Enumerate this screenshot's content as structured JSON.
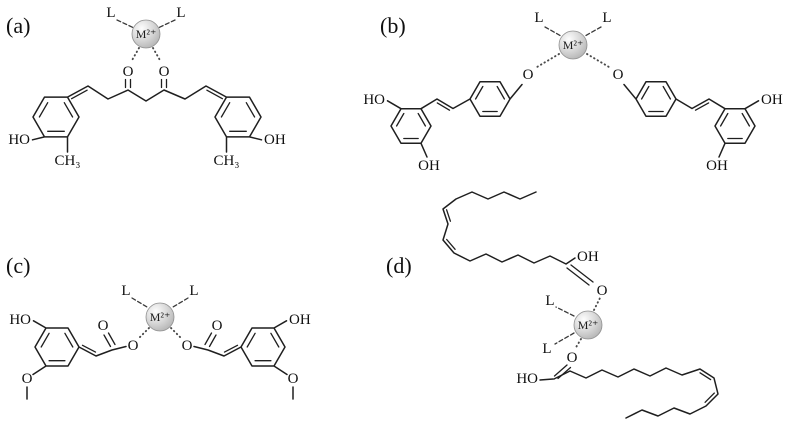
{
  "figure": {
    "background": "#ffffff",
    "ink": "#1f1f1f",
    "metal_fill": "#c9c9c9"
  },
  "panels": {
    "a": {
      "label": "(a)",
      "metal": "M²⁺",
      "ligand_left": "L",
      "ligand_right": "L",
      "o_left": "O",
      "o_right": "O",
      "ho": "HO",
      "oh": "OH",
      "ch3_left": "CH₃",
      "ch3_right": "CH₃"
    },
    "b": {
      "label": "(b)",
      "metal": "M²⁺",
      "ligand_left": "L",
      "ligand_right": "L",
      "o_left": "O",
      "o_right": "O",
      "ho_left": "HO",
      "oh_left_bottom": "OH",
      "oh_right": "OH",
      "oh_right_bottom": "OH"
    },
    "c": {
      "label": "(c)",
      "metal": "M²⁺",
      "ligand_left": "L",
      "ligand_right": "L",
      "o_coord_left": "O",
      "o_coord_right": "O",
      "o_carbonyl_left": "O",
      "o_carbonyl_right": "O",
      "ho": "HO",
      "oh": "OH",
      "o_sub_left": "O",
      "o_sub_right": "O"
    },
    "d": {
      "label": "(d)",
      "metal": "M²⁺",
      "ligand_top": "L",
      "ligand_bottom": "L",
      "oh_top": "OH",
      "o_top": "O",
      "ho_bottom": "HO",
      "o_bottom": "O"
    }
  }
}
